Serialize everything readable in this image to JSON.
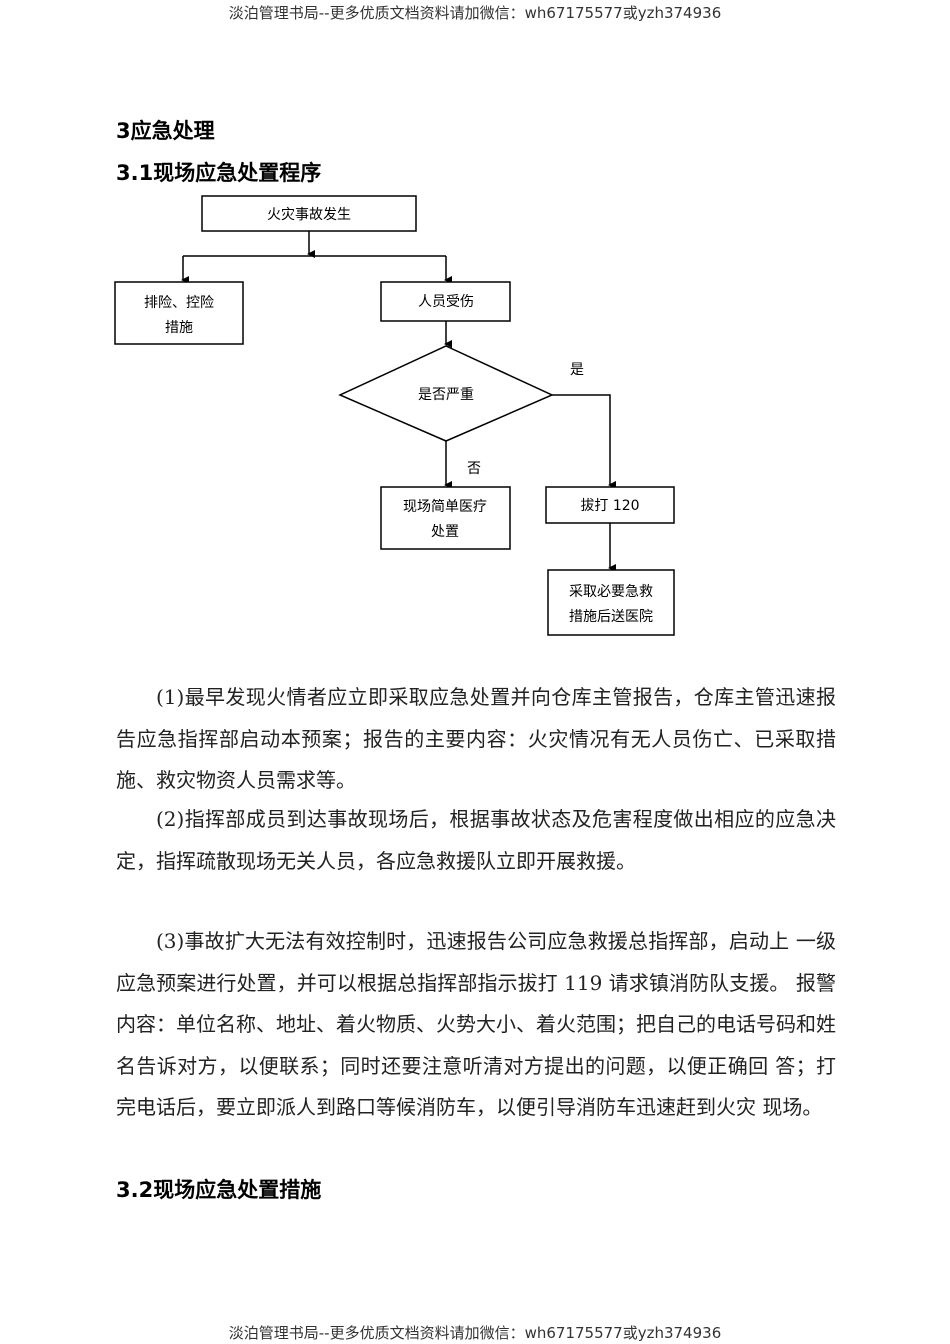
{
  "banner": {
    "text": "淡泊管理书局--更多优质文档资料请加微信：wh67175577或yzh374936"
  },
  "headings": {
    "h1": "3应急处理",
    "h2": "3.1现场应急处置程序",
    "h3": "3.2现场应急处置措施"
  },
  "flowchart": {
    "n1": "火灾事故发生",
    "n2a": "排险、控险",
    "n2b": "措施",
    "n3": "人员受伤",
    "n4": "是否严重",
    "yes": "是",
    "no": "否",
    "n5a": "现场简单医疗",
    "n5b": "处置",
    "n6": "拔打 120",
    "n7a": "采取必要急救",
    "n7b": "措施后送医院"
  },
  "paragraphs": {
    "p1": "(1)最早发现火情者应立即采取应急处置并向仓库主管报告，仓库主管迅速报告应急指挥部启动本预案；报告的主要内容：火灾情况有无人员伤亡、已采取措施、救灾物资人员需求等。",
    "p2": "(2)指挥部成员到达事故现场后，根据事故状态及危害程度做出相应的应急决定，指挥疏散现场无关人员，各应急救援队立即开展救援。",
    "p3": "(3)事故扩大无法有效控制时，迅速报告公司应急救援总指挥部，启动上 一级应急预案进行处置，并可以根据总指挥部指示拔打 119 请求镇消防队支援。 报警内容：单位名称、地址、着火物质、火势大小、着火范围；把自己的电话号码和姓名告诉对方，以便联系；同时还要注意听清对方提出的问题，以便正确回 答；打完电话后，要立即派人到路口等候消防车，以便引导消防车迅速赶到火灾 现场。"
  }
}
